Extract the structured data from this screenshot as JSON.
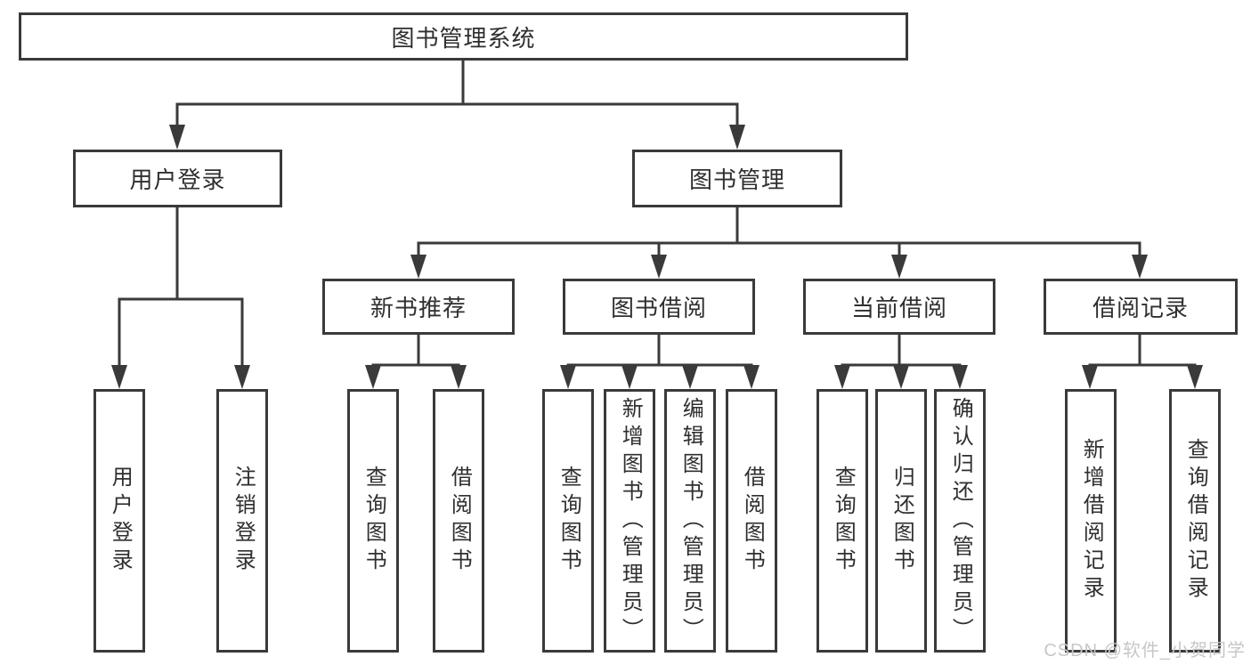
{
  "tree": {
    "root": {
      "label": "图书管理系统"
    },
    "branches": [
      {
        "label": "用户登录",
        "children": [
          {
            "label": "用户登录"
          },
          {
            "label": "注销登录"
          }
        ]
      },
      {
        "label": "图书管理",
        "children": [
          {
            "label": "新书推荐",
            "children": [
              {
                "label": "查询图书"
              },
              {
                "label": "借阅图书"
              }
            ]
          },
          {
            "label": "图书借阅",
            "children": [
              {
                "label": "查询图书"
              },
              {
                "label": "新增图书（管理员）"
              },
              {
                "label": "编辑图书（管理员）"
              },
              {
                "label": "借阅图书"
              }
            ]
          },
          {
            "label": "当前借阅",
            "children": [
              {
                "label": "查询图书"
              },
              {
                "label": "归还图书"
              },
              {
                "label": "确认归还（管理员）"
              }
            ]
          },
          {
            "label": "借阅记录",
            "children": [
              {
                "label": "新增借阅记录"
              },
              {
                "label": "查询借阅记录"
              }
            ]
          }
        ]
      }
    ]
  },
  "watermark": "CSDN @软件_小贺同学",
  "colors": {
    "line": "#3a3a3a",
    "text": "#2f2f2f",
    "watermark": "#c7c7c7",
    "background": "#ffffff"
  }
}
